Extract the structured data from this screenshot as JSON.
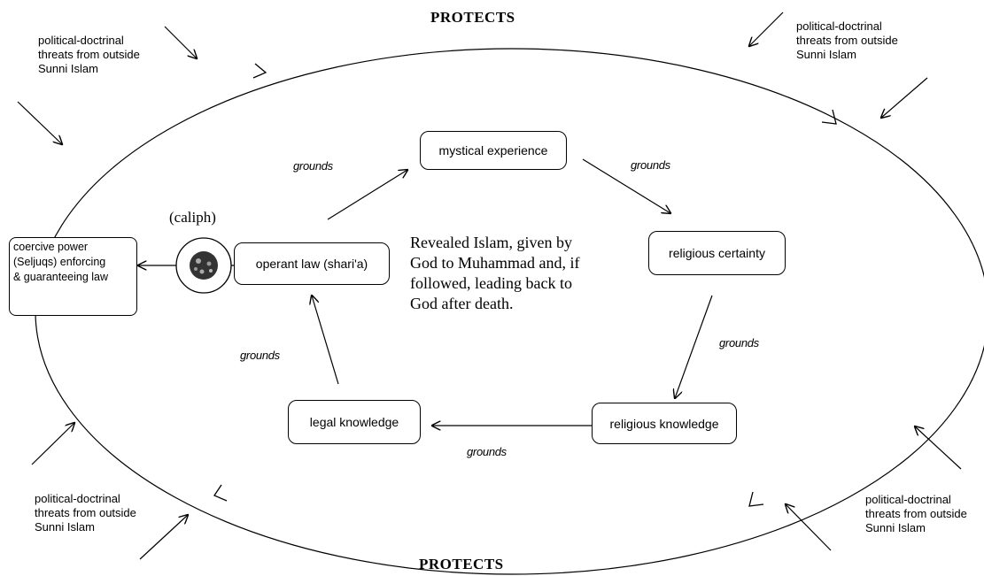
{
  "protects_top": "PROTECTS",
  "protects_bottom": "PROTECTS",
  "threats": {
    "top_left": [
      "political-doctrinal",
      "threats from outside",
      "Sunni Islam"
    ],
    "top_right": [
      "political-doctrinal",
      "threats from outside",
      "Sunni Islam"
    ],
    "bottom_left": [
      "political-doctrinal",
      "threats from outside",
      "Sunni Islam"
    ],
    "bottom_right": [
      "political-doctrinal",
      "threats from outside",
      "Sunni Islam"
    ]
  },
  "nodes": {
    "mystical": "mystical experience",
    "certainty": "religious certainty",
    "religious_knowledge": "religious knowledge",
    "legal_knowledge": "legal knowledge",
    "operant_law": "operant law (shari'a)",
    "coercive": [
      "coercive power",
      "(Seljuqs) enforcing",
      "& guaranteeing law"
    ],
    "caliph": "(caliph)"
  },
  "central_text": [
    "Revealed Islam, given by",
    "God to Muhammad and, if",
    "followed, leading back to",
    "God after death."
  ],
  "grounds": {
    "g1": "grounds",
    "g2": "grounds",
    "g3": "grounds",
    "g4": "grounds",
    "g5": "grounds"
  },
  "icons": {
    "caliph_seal": "seal-icon"
  }
}
